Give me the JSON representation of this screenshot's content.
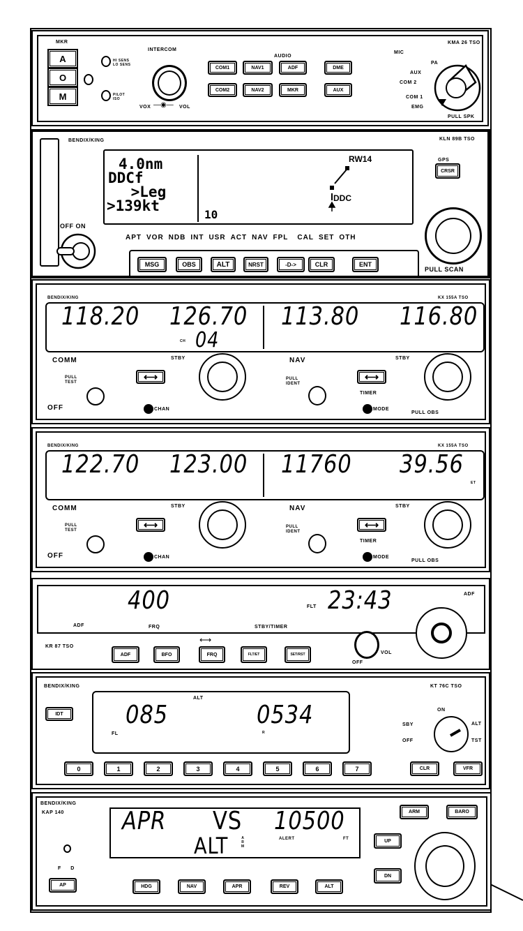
{
  "audio_panel": {
    "model": "KMA 26 TSO",
    "mkr_label": "MKR",
    "mkr_buttons": [
      "A",
      "O",
      "M"
    ],
    "sens_label": "HI SENS LO SENS",
    "pilot_label": "PILOT ISO",
    "intercom_label": "INTERCOM",
    "vox_label": "VOX",
    "vol_label": "VOL",
    "audio_label": "AUDIO",
    "buttons": [
      "COM1",
      "NAV1",
      "ADF",
      "DME",
      "COM2",
      "NAV2",
      "MKR",
      "AUX"
    ],
    "mic_label": "MIC",
    "mic_positions": [
      "PA",
      "AUX",
      "COM 2",
      "COM 1",
      "EMG"
    ],
    "pull_spk": "PULL SPK"
  },
  "gps": {
    "brand": "BENDIX/KING",
    "model": "KLN 89B TSO",
    "display_left": [
      "4.0nm",
      "DDCf",
      " >Leg",
      ">139kt"
    ],
    "scale": "10",
    "waypoint_top": "RW14",
    "waypoint_bottom": "DDC",
    "gps_label": "GPS",
    "crsr_button": "CRSR",
    "power_label": "OFF ON",
    "page_labels": [
      "APT",
      "VOR",
      "NDB",
      "INT",
      "USR",
      "ACT",
      "NAV",
      "FPL",
      "CAL",
      "SET",
      "OTH"
    ],
    "buttons": [
      "MSG",
      "OBS",
      "ALT",
      "NRST",
      "-D->",
      "CLR",
      "ENT"
    ],
    "pull_scan": "PULL SCAN"
  },
  "navcom": [
    {
      "brand": "BENDIX/KING",
      "model": "KX 155A TSO",
      "com_active": "118.20",
      "com_standby": "126.70",
      "channel_label": "CH",
      "channel": "04",
      "nav_active": "113.80",
      "nav_standby": "116.80",
      "nav_annunciator": "",
      "comm_label": "COMM",
      "nav_label": "NAV",
      "stby_label": "STBY",
      "pull_test": "PULL TEST",
      "pull_ident": "PULL IDENT",
      "timer_label": "TIMER",
      "off_label": "OFF",
      "chan_label": "CHAN",
      "mode_label": "MODE",
      "pull_obs": "PULL OBS"
    },
    {
      "brand": "BENDIX/KING",
      "model": "KX 155A TSO",
      "com_active": "122.70",
      "com_standby": "123.00",
      "channel_label": "",
      "channel": "",
      "nav_active": "11760",
      "nav_standby": "39.56",
      "nav_annunciator": "ET",
      "comm_label": "COMM",
      "nav_label": "NAV",
      "stby_label": "STBY",
      "pull_test": "PULL TEST",
      "pull_ident": "PULL IDENT",
      "timer_label": "TIMER",
      "off_label": "OFF",
      "chan_label": "CHAN",
      "mode_label": "MODE",
      "pull_obs": "PULL OBS"
    }
  ],
  "adf": {
    "model": "KR 87 TSO",
    "active_freq": "400",
    "flt_label": "FLT",
    "timer": "23:43",
    "adf_mode": "ADF",
    "frq_label": "FRQ",
    "stby_timer_label": "STBY/TIMER",
    "corner_label": "ADF",
    "buttons": [
      "ADF",
      "BFO",
      "FRQ",
      "FLT/ET",
      "SET/RST"
    ],
    "off_label": "OFF",
    "vol_label": "VOL"
  },
  "transponder": {
    "brand": "BENDIX/KING",
    "model": "KT 76C TSO",
    "idt_button": "IDT",
    "flight_level": "085",
    "alt_label": "ALT",
    "fl_label": "FL",
    "code": "0534",
    "reply_label": "R",
    "digit_buttons": [
      "0",
      "1",
      "2",
      "3",
      "4",
      "5",
      "6",
      "7"
    ],
    "clr_button": "CLR",
    "vfr_button": "VFR",
    "mode_positions": [
      "ON",
      "SBY",
      "ALT",
      "OFF",
      "TST"
    ]
  },
  "autopilot": {
    "brand": "BENDIX/KING",
    "model": "KAP 140",
    "lateral_mode": "APR",
    "vertical_mode": "VS",
    "altitude": "10500",
    "armed_mode": "ALT",
    "arm_label": "ARM",
    "alert_label": "ALERT",
    "ft_label": "FT",
    "fd_label": "F D",
    "ap_button": "AP",
    "buttons": [
      "HDG",
      "NAV",
      "APR",
      "REV",
      "ALT"
    ],
    "arm_button": "ARM",
    "baro_button": "BARO",
    "up_button": "UP",
    "dn_button": "DN"
  }
}
